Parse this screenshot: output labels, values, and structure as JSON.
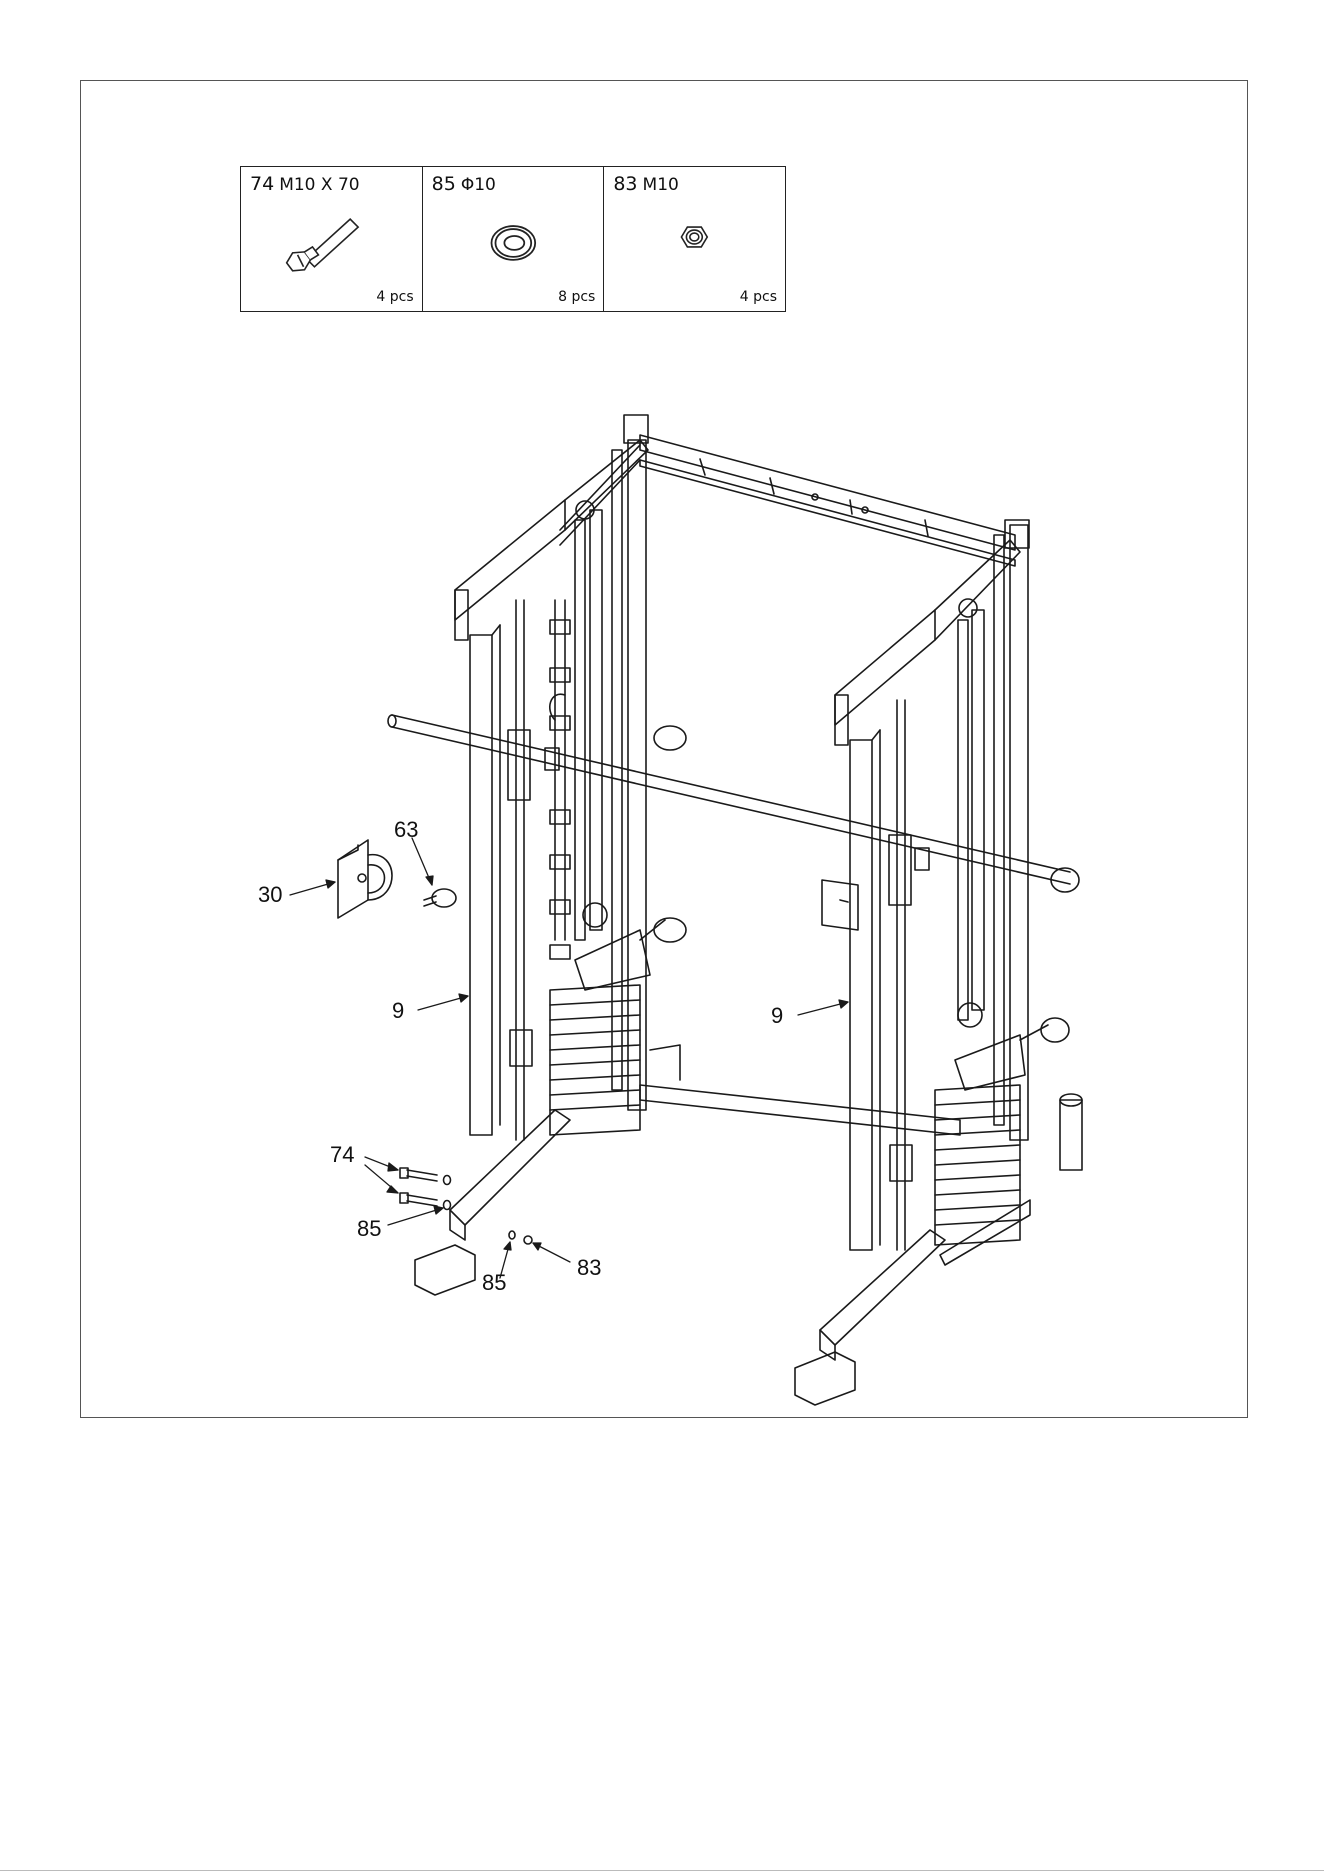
{
  "parts": [
    {
      "number": "74",
      "spec": "M10 X 70",
      "qty": "4 pcs",
      "icon": "hex-bolt-icon"
    },
    {
      "number": "85",
      "spec": "Φ10",
      "qty": "8 pcs",
      "icon": "washer-icon"
    },
    {
      "number": "83",
      "spec": "M10",
      "qty": "4 pcs",
      "icon": "nut-icon"
    }
  ],
  "callouts": {
    "c30": "30",
    "c63": "63",
    "c9_left": "9",
    "c9_right": "9",
    "c74": "74",
    "c85_left": "85",
    "c85_bottom": "85",
    "c83": "83"
  }
}
